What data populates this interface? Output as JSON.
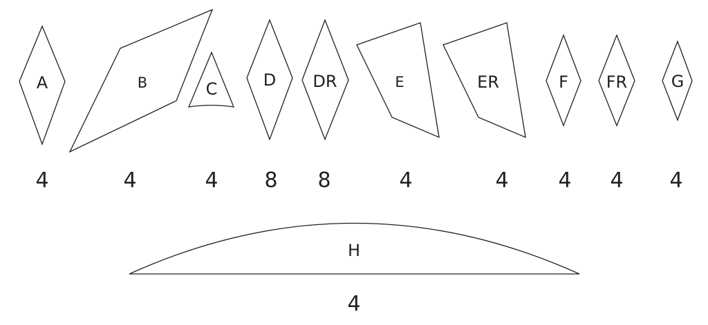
{
  "pieces": [
    {
      "label": "A",
      "count": "4"
    },
    {
      "label": "B",
      "count": "4"
    },
    {
      "label": "C",
      "count": "4"
    },
    {
      "label": "D",
      "count": "8"
    },
    {
      "label": "DR",
      "count": "8"
    },
    {
      "label": "E",
      "count": "4"
    },
    {
      "label": "ER",
      "count": "4"
    },
    {
      "label": "F",
      "count": "4"
    },
    {
      "label": "FR",
      "count": "4"
    },
    {
      "label": "G",
      "count": "4"
    },
    {
      "label": "H",
      "count": "4"
    }
  ],
  "colors": {
    "stroke": "#231f20",
    "fill": "#ffffff"
  }
}
